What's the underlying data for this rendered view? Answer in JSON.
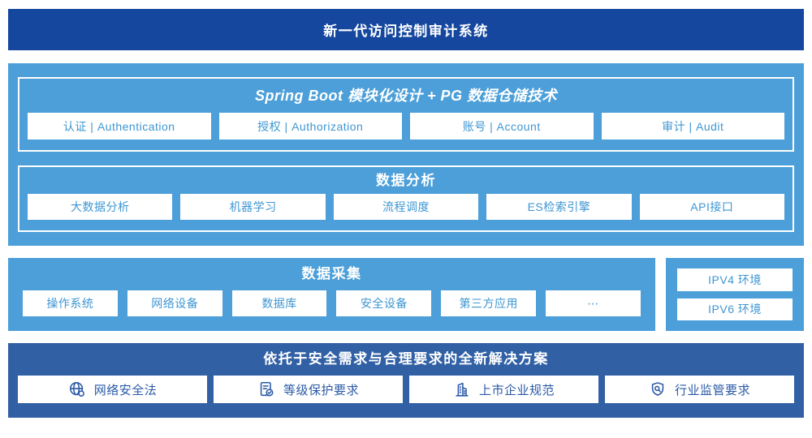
{
  "colors": {
    "navy": "#15479E",
    "sky": "#4C9FD8",
    "steel": "#3160A5",
    "box_text": "#3E96D2",
    "solution_text": "#2B5AA6"
  },
  "header": {
    "title": "新一代访问控制审计系统"
  },
  "platform": {
    "spring": {
      "title": "Spring Boot 模块化设计 + PG 数据仓储技术",
      "modules": [
        "认证 | Authentication",
        "授权 | Authorization",
        "账号 | Account",
        "审计 | Audit"
      ]
    },
    "analysis": {
      "title": "数据分析",
      "modules": [
        "大数据分析",
        "机器学习",
        "流程调度",
        "ES检索引擎",
        "API接口"
      ]
    }
  },
  "collection": {
    "title": "数据采集",
    "sources": [
      "操作系统",
      "网络设备",
      "数据库",
      "安全设备",
      "第三方应用",
      "⋯"
    ]
  },
  "environments": {
    "items": [
      "IPV4 环境",
      "IPV6 环境"
    ]
  },
  "solution": {
    "title": "依托于安全需求与合理要求的全新解决方案",
    "items": [
      {
        "icon": "globe-icon",
        "label": "网络安全法"
      },
      {
        "icon": "document-check-icon",
        "label": "等级保护要求"
      },
      {
        "icon": "building-icon",
        "label": "上市企业规范"
      },
      {
        "icon": "shield-search-icon",
        "label": "行业监管要求"
      }
    ]
  }
}
